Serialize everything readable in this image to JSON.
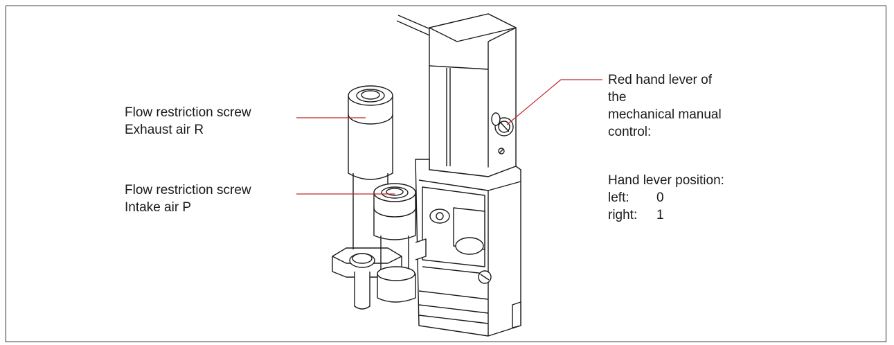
{
  "labels": {
    "exhaust": {
      "line1": "Flow restriction screw",
      "line2": "Exhaust air R"
    },
    "intake": {
      "line1": "Flow restriction screw",
      "line2": "Intake air P"
    },
    "lever": {
      "line1": "Red hand lever of",
      "line2": "the",
      "line3": "mechanical manual",
      "line4": "control:"
    },
    "position": {
      "heading": "Hand lever position:",
      "rows": [
        {
          "key": "left:",
          "value": "0"
        },
        {
          "key": "right:",
          "value": "1"
        }
      ]
    }
  },
  "colors": {
    "leader_line": "#c0282e",
    "outline": "#1a1a1a",
    "frame": "#2a2a2a",
    "fill": "#ffffff"
  }
}
